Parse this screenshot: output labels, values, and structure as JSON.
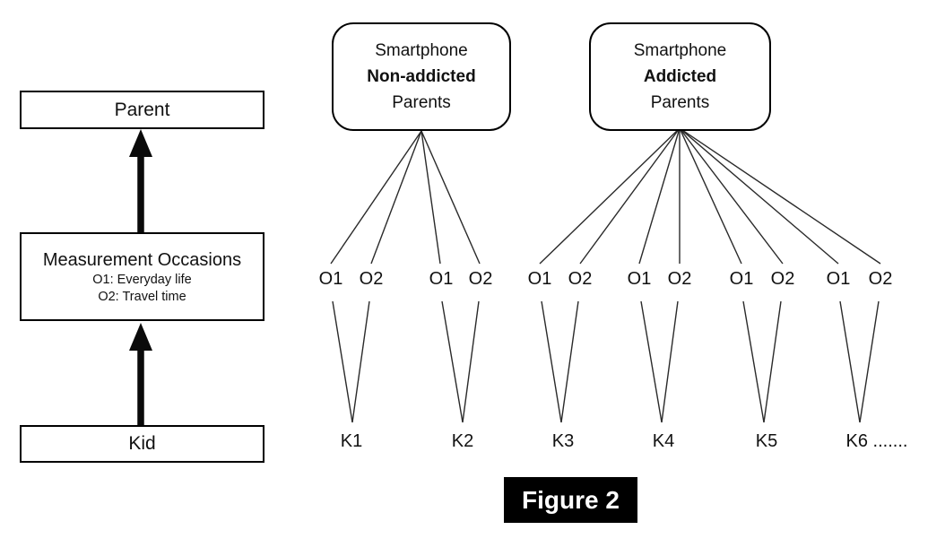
{
  "figure": {
    "caption": "Figure 2"
  },
  "left_panel": {
    "parent_box_label": "Parent",
    "measurement_box": {
      "title": "Measurement Occasions",
      "occasion1": "O1: Everyday life",
      "occasion2": "O2: Travel time"
    },
    "kid_box_label": "Kid"
  },
  "groups": [
    {
      "line1": "Smartphone",
      "line2": "Non-addicted",
      "line3": "Parents"
    },
    {
      "line1": "Smartphone",
      "line2": "Addicted",
      "line3": "Parents"
    }
  ],
  "units": [
    {
      "o1": "O1",
      "o2": "O2",
      "kid": "K1"
    },
    {
      "o1": "O1",
      "o2": "O2",
      "kid": "K2"
    },
    {
      "o1": "O1",
      "o2": "O2",
      "kid": "K3"
    },
    {
      "o1": "O1",
      "o2": "O2",
      "kid": "K4"
    },
    {
      "o1": "O1",
      "o2": "O2",
      "kid": "K5"
    },
    {
      "o1": "O1",
      "o2": "O2",
      "kid": "K6 ......."
    }
  ],
  "colors": {
    "background": "#ffffff",
    "line": "#2a2a2a",
    "box_border": "#000000",
    "text": "#111111",
    "arrow": "#0a0a0a",
    "caption_background": "#000000",
    "caption_text": "#ffffff"
  }
}
